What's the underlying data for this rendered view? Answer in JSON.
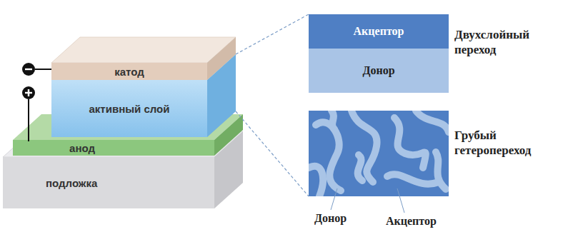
{
  "diagram": {
    "nodes": [
      {
        "text": [
          "катод"
        ]
      },
      {
        "text": [
          "активный слой"
        ]
      },
      {
        "text": [
          "анод"
        ]
      },
      {
        "text": [
          "подложка"
        ]
      },
      {
        "text": [
          "Двухслойный переход"
        ]
      },
      {
        "text": [
          "Акцептор"
        ],
        "in": 4
      },
      {
        "text": [
          "Донор"
        ],
        "in": 4
      },
      {
        "text": [
          "Грубый гетеропереход"
        ]
      }
    ],
    "edges": [
      {
        "from": 1,
        "to": 4,
        "arrow": "none"
      },
      {
        "from": 1,
        "to": 7,
        "arrow": "none"
      }
    ],
    "labels": [
      "Донор",
      "Акцептор"
    ]
  }
}
